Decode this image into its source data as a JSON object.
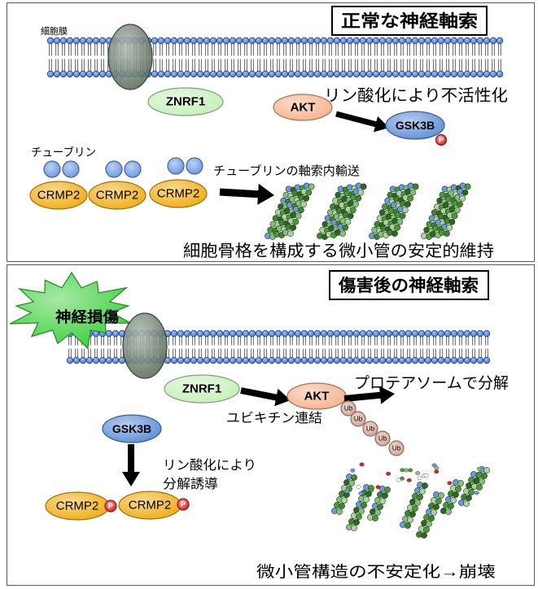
{
  "normal_axon": {
    "title": "正常な神経軸索",
    "membrane_label": "細胞膜",
    "znrf1_label": "ZNRF1",
    "akt_label": "AKT",
    "gsk3b_label": "GSK3B",
    "phospho_label": "P",
    "inactivation_note": "リン酸化により不活性化",
    "tubulin_label": "チューブリン",
    "crmp2_labels": [
      "CRMP2",
      "CRMP2",
      "CRMP2"
    ],
    "transport_note": "チューブリンの軸索内輸送",
    "outcome_note": "細胞骨格を構成する微小管の安定的維持"
  },
  "injured_axon": {
    "title": "傷害後の神経軸索",
    "injury_label": "神経損傷",
    "znrf1_label": "ZNRF1",
    "akt_label": "AKT",
    "degradation_note": "プロテアソームで分解",
    "ubiquitination_note": "ユビキチン連結",
    "ub_labels": [
      "Ub",
      "Ub",
      "Ub",
      "Ub",
      "Ub"
    ],
    "gsk3b_label": "GSK3B",
    "phosphorylation_note_lines": [
      "リン酸化により",
      "分解誘導"
    ],
    "crmp2_labels": [
      "CRMP2",
      "CRMP2"
    ],
    "phospho_labels": [
      "P",
      "P"
    ],
    "outcome_note": "微小管構造の不安定化→崩壊"
  },
  "icons": [
    "cell-membrane-icon",
    "membrane-protein-icon",
    "tubulin-icon",
    "microtubule-icon",
    "injury-starburst-icon",
    "ubiquitin-bead-icon",
    "phospho-icon",
    "arrow-icon"
  ],
  "colors": {
    "membrane_head": "#3a72d8",
    "membrane_protein": "#566858",
    "znrf1": "#c6efb8",
    "akt": "#f6b38c",
    "gsk3b": "#5f8fd8",
    "crmp2": "#f0ad14",
    "tubulin": "#6a98e2",
    "phospho": "#e02020",
    "ubiquitin": "#d6a393",
    "injury": "#3ccf3c",
    "microtubule": "#4a9a38"
  }
}
